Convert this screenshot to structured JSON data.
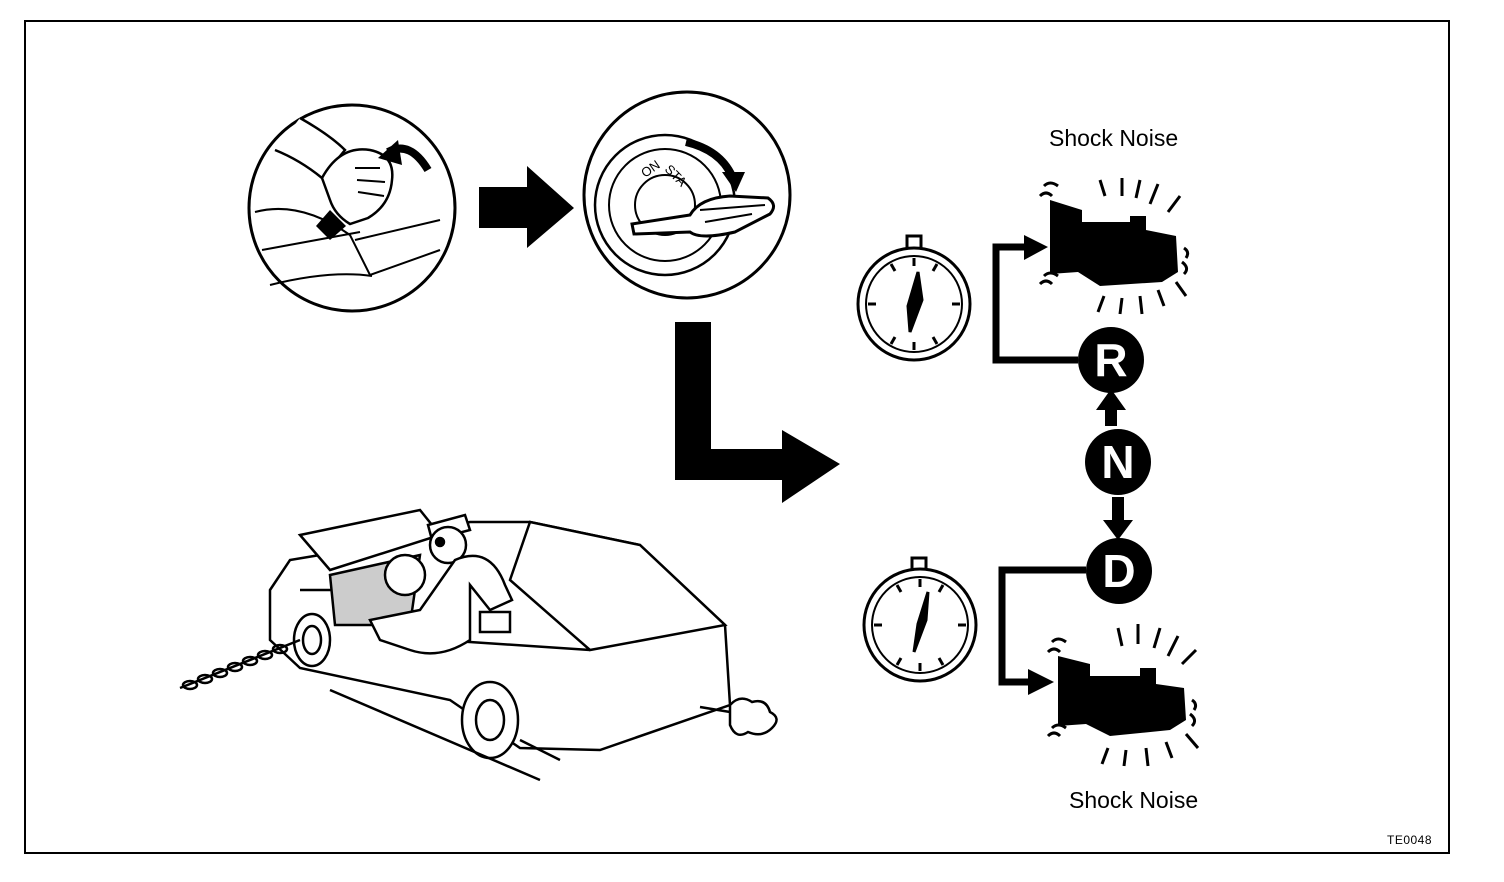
{
  "labels": {
    "shock_noise_top": "Shock Noise",
    "shock_noise_bottom": "Shock Noise",
    "figure_code": "TE0048"
  },
  "gears": {
    "reverse": "R",
    "neutral": "N",
    "drive": "D"
  },
  "ignition": {
    "on": "ON",
    "start": "STA"
  },
  "colors": {
    "ink": "#000000",
    "paper": "#ffffff"
  },
  "icons": [
    "parking-brake-hand-icon",
    "ignition-key-icon",
    "stopwatch-icon",
    "transmission-icon",
    "car-stall-test-icon"
  ]
}
